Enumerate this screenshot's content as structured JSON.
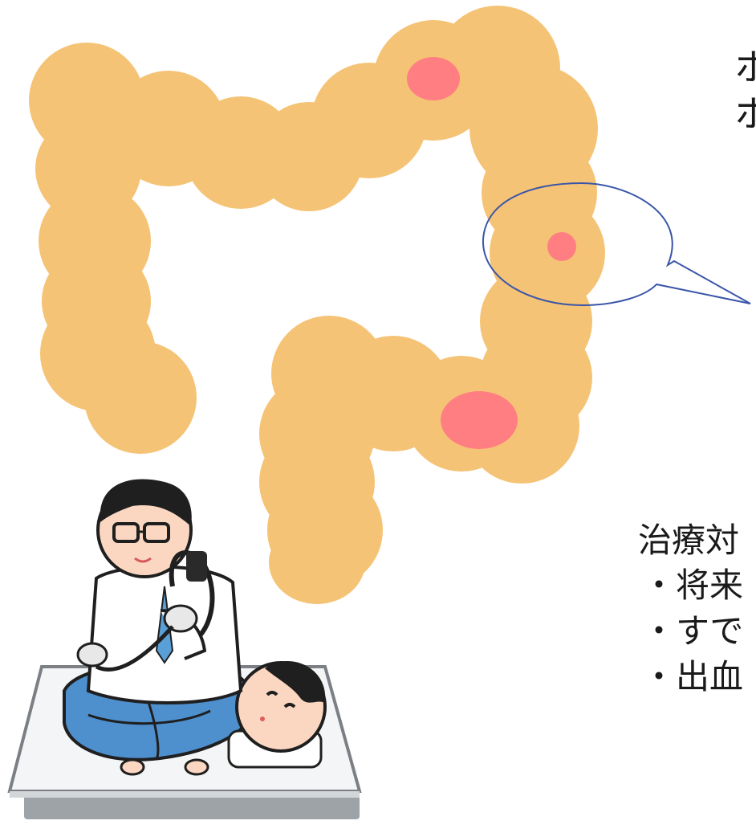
{
  "title_lines": [
    "ポ",
    "ポ"
  ],
  "treatment": {
    "heading": "治療対",
    "items": [
      "・将来",
      "・すで",
      "・出血"
    ]
  },
  "colors": {
    "colon": "#F5C375",
    "polyp": "#FF7E82",
    "callout_stroke": "#3A55A8",
    "background": "#FFFFFF"
  },
  "icons": {
    "doctor": "doctor-icon",
    "patient": "patient-icon",
    "endoscope": "endoscope-icon"
  }
}
